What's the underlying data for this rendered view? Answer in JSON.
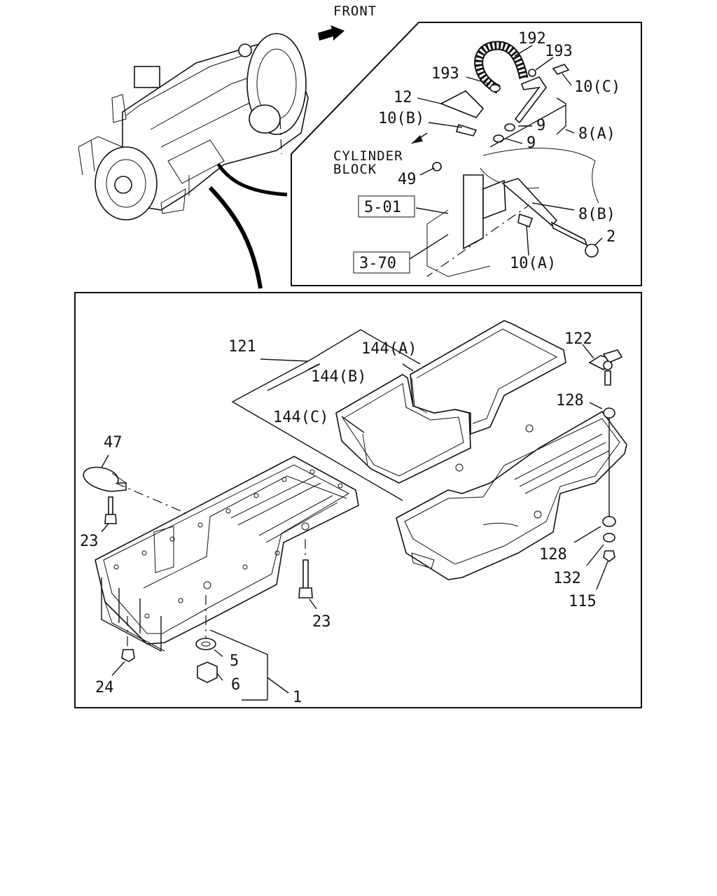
{
  "orientation": {
    "front_label": "FRONT",
    "front_arrow_icon": "arrow-right-icon"
  },
  "detail_panel": {
    "labels": {
      "p192": "192",
      "p193a": "193",
      "p193b": "193",
      "p12": "12",
      "p10c": "10(C)",
      "p10b": "10(B)",
      "p9a": "9",
      "p9b": "9",
      "p8a": "8(A)",
      "cyl1": "CYLINDER",
      "cyl2": "BLOCK",
      "p49": "49",
      "p8b": "8(B)",
      "p2": "2",
      "p10a": "10(A)"
    },
    "references": {
      "ref1": "5-01",
      "ref2": "3-70"
    }
  },
  "main_panel": {
    "labels": {
      "p121": "121",
      "p144a": "144(A)",
      "p144b": "144(B)",
      "p144c": "144(C)",
      "p122": "122",
      "p128a": "128",
      "p128b": "128",
      "p132": "132",
      "p115": "115",
      "p47": "47",
      "p23a": "23",
      "p23b": "23",
      "p24": "24",
      "p5": "5",
      "p6": "6",
      "p1": "1"
    }
  }
}
